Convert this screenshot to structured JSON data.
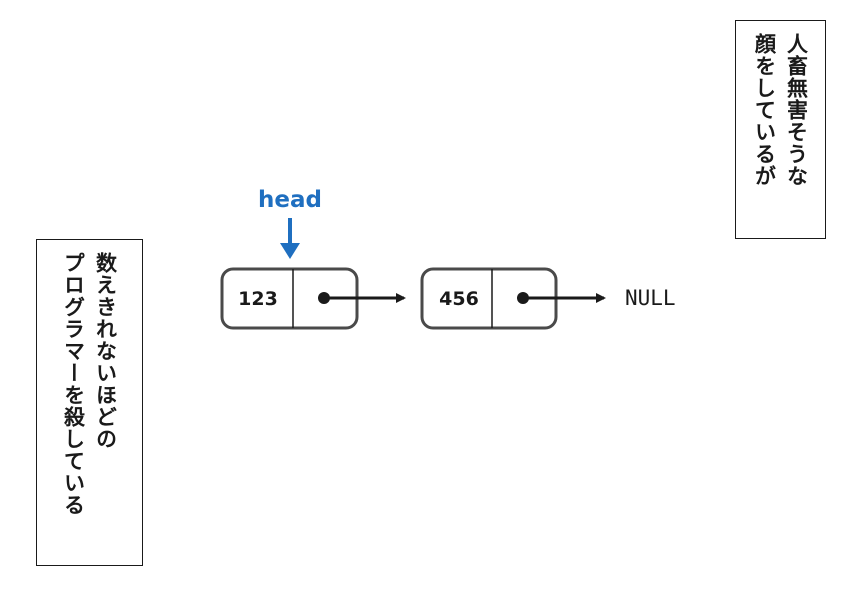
{
  "head_label": "head",
  "nodes": [
    {
      "value": "123"
    },
    {
      "value": "456"
    }
  ],
  "null_label": "NULL",
  "caption_right": {
    "lines": [
      "人畜無害そうな",
      "顔をしているが"
    ]
  },
  "caption_left": {
    "lines": [
      "数えきれないほどの",
      "プログラマーを殺している"
    ]
  },
  "colors": {
    "head": "#1f6fc0",
    "node_border": "#4a4a4a",
    "ink": "#1a1a1a"
  }
}
